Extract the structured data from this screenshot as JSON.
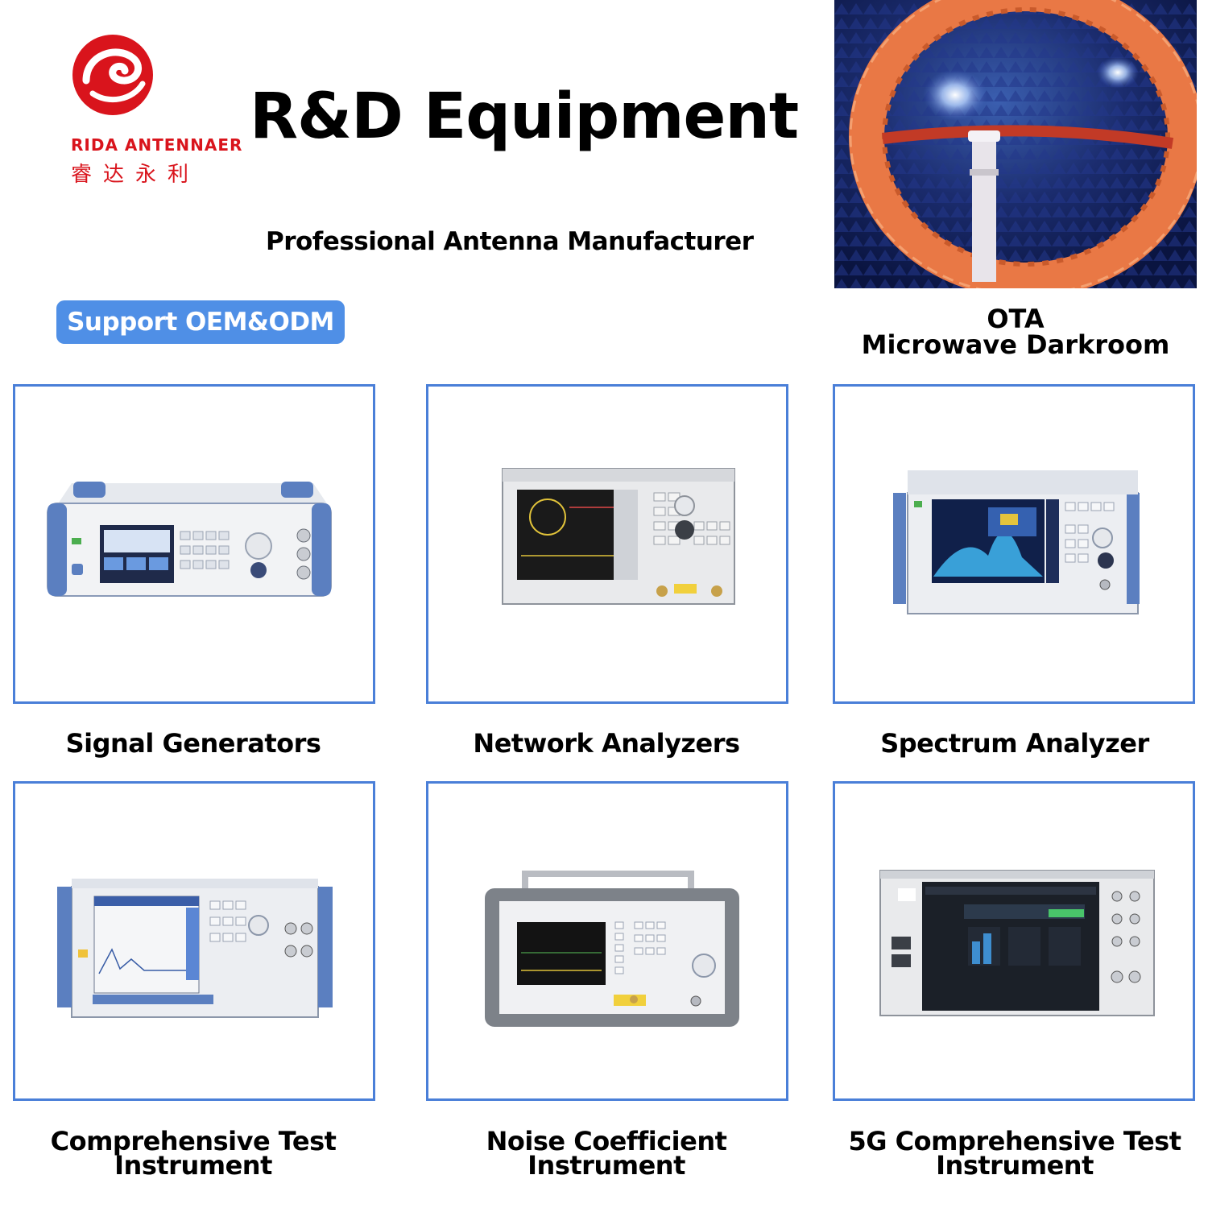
{
  "brand": {
    "name_en": "RIDA ANTENNAER",
    "name_cn": "睿达永利",
    "color": "#d9141c"
  },
  "header": {
    "title": "R&D Equipment",
    "subtitle": "Professional Antenna Manufacturer",
    "badge": "Support OEM&ODM",
    "badge_color": "#4f8fe6"
  },
  "ota": {
    "caption_line1": "OTA",
    "caption_line2": "Microwave Darkroom"
  },
  "cards": [
    {
      "line1": "Signal Generators",
      "line2": ""
    },
    {
      "line1": "Network Analyzers",
      "line2": ""
    },
    {
      "line1": "Spectrum Analyzer",
      "line2": ""
    },
    {
      "line1": "Comprehensive Test",
      "line2": "Instrument"
    },
    {
      "line1": "Noise Coefficient",
      "line2": "Instrument"
    },
    {
      "line1": "5G Comprehensive Test",
      "line2": "Instrument"
    }
  ],
  "card_border_color": "#4a7fd8"
}
